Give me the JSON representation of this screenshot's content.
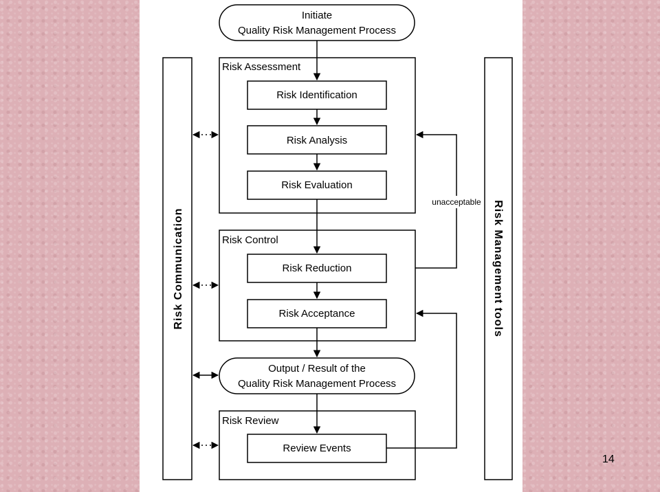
{
  "start_node": {
    "line1": "Initiate",
    "line2": "Quality Risk Management Process"
  },
  "assessment": {
    "title": "Risk Assessment",
    "steps": [
      "Risk Identification",
      "Risk Analysis",
      "Risk Evaluation"
    ]
  },
  "control": {
    "title": "Risk Control",
    "steps": [
      "Risk Reduction",
      "Risk Acceptance"
    ]
  },
  "output_node": {
    "line1": "Output / Result of the",
    "line2": "Quality Risk Management Process"
  },
  "review": {
    "title": "Risk Review",
    "steps": [
      "Review Events"
    ]
  },
  "feedback_label": "unacceptable",
  "side_bars": {
    "left": "Risk Communication",
    "right": "Risk Management tools"
  },
  "page_number": "14"
}
